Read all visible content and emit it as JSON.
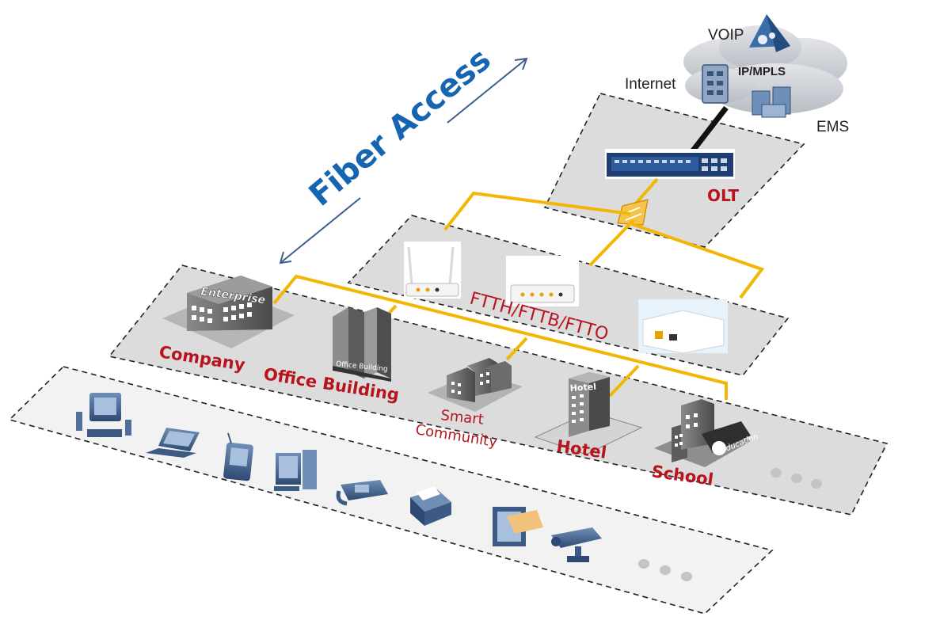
{
  "title": "Fiber Access",
  "core": {
    "voip": "VOIP",
    "ipmpls": "IP/MPLS",
    "internet": "Internet",
    "ems": "EMS"
  },
  "olt_label": "OLT",
  "access_label": "FTTH/FTTB/FTTO",
  "buildings": {
    "company": "Company",
    "enterprise_sign": "Enterprise",
    "office": "Office Building",
    "office_sign": "Office Building",
    "smart_line1": "Smart",
    "smart_line2": "Community",
    "hotel": "Hotel",
    "hotel_sign": "Hotel",
    "school": "School",
    "education_sign": "Education"
  },
  "colors": {
    "fiber": "#f2b705",
    "label_red": "#b8141e",
    "title_blue": "#1565b0",
    "plane_gray": "#dcdcdc"
  },
  "terminals": [
    "desktop-computer-icon",
    "laptop-icon",
    "pda-icon",
    "pc-icon",
    "ip-phone-icon",
    "printer-icon",
    "card-reader-icon",
    "camera-icon"
  ]
}
